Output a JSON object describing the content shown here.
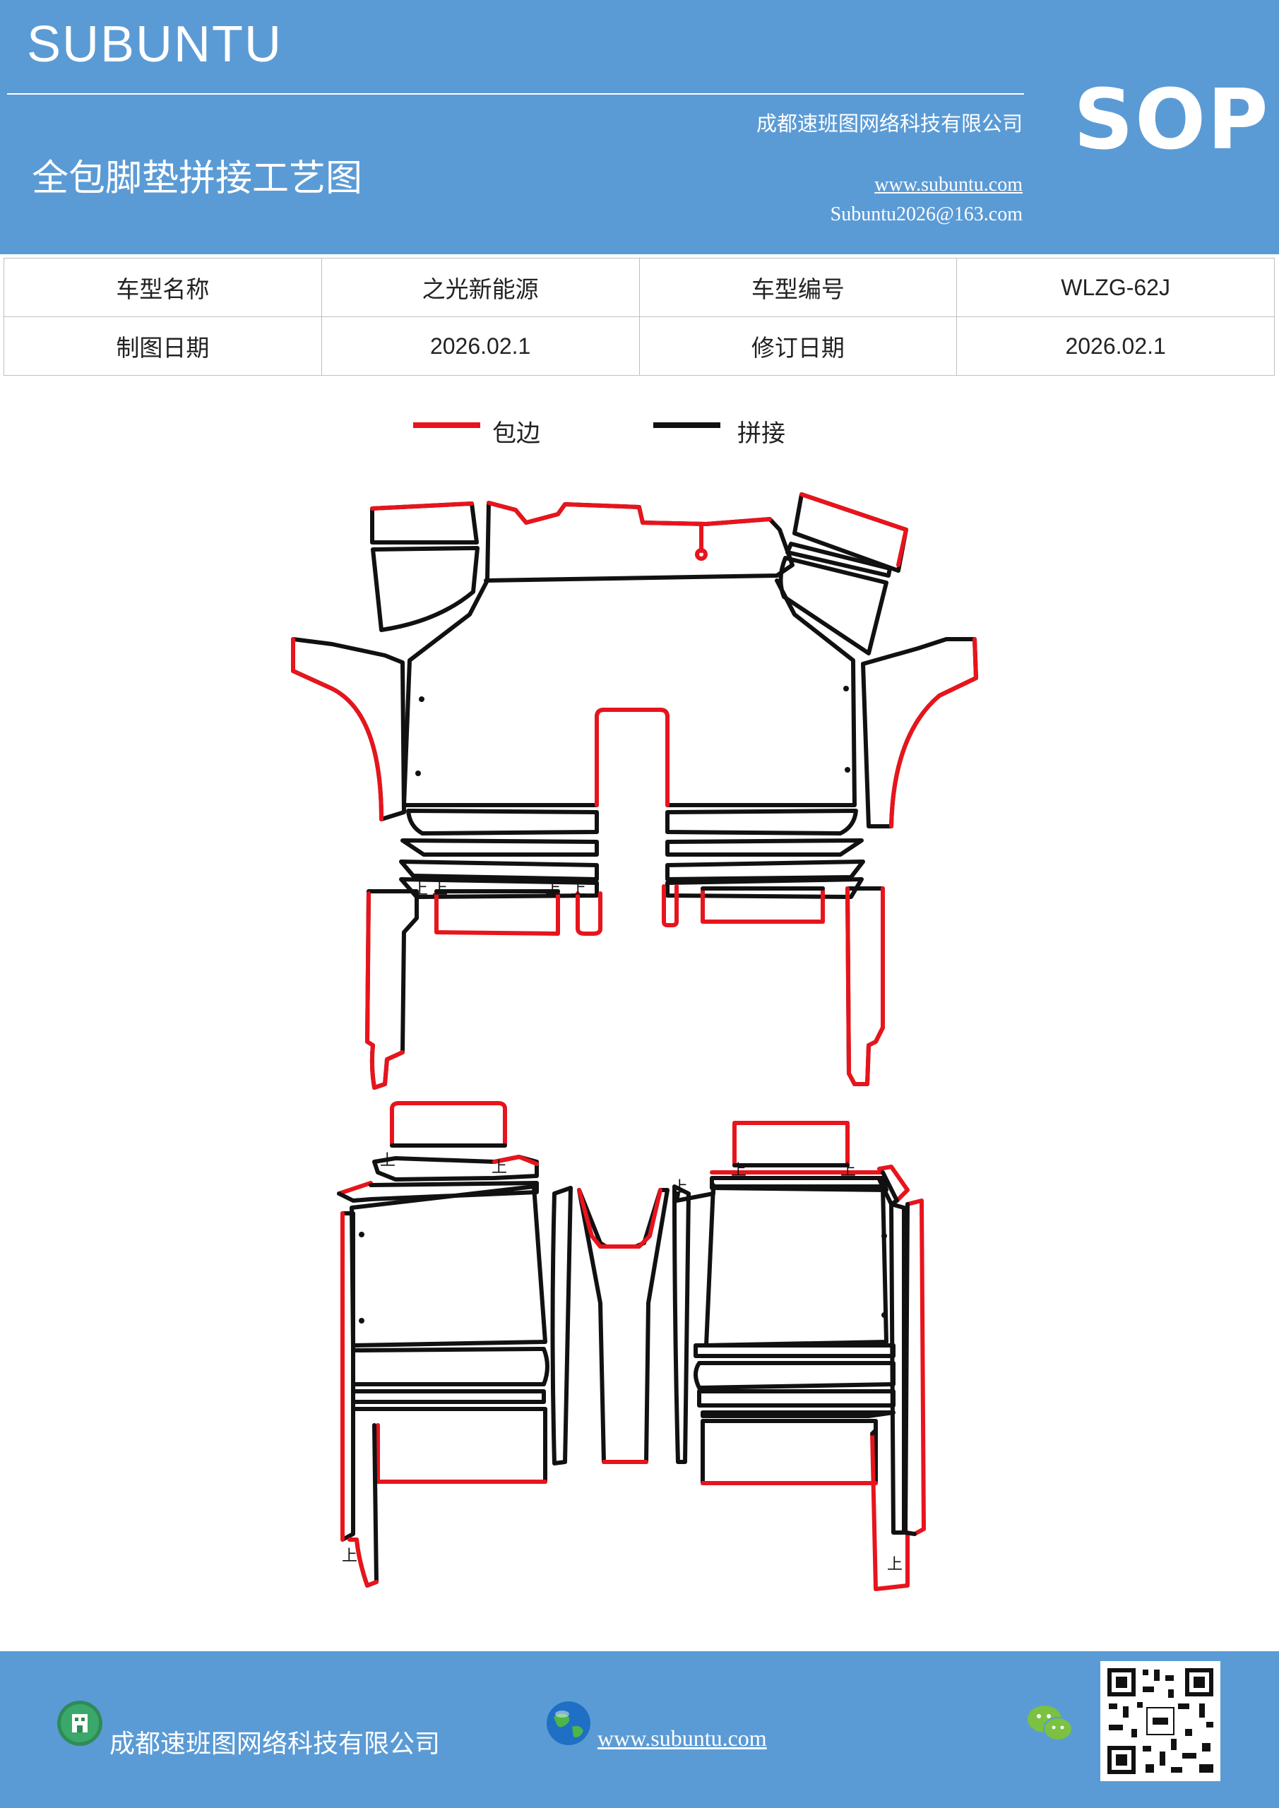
{
  "header": {
    "brand": "SUBUNTU",
    "title": "全包脚垫拼接工艺图",
    "company": "成都速班图网络科技有限公司",
    "url": "www.subuntu.com",
    "email": "Subuntu2026@163.com",
    "badge": "SOP"
  },
  "info_table": {
    "rows": [
      {
        "label1": "车型名称",
        "value1": "之光新能源",
        "label2": "车型编号",
        "value2": "WLZG-62J"
      },
      {
        "label1": "制图日期",
        "value1": "2026.02.1",
        "label2": "修订日期",
        "value2": "2026.02.1"
      }
    ]
  },
  "legend": {
    "items": [
      {
        "label": "包边",
        "color": "#e8141c"
      },
      {
        "label": "拼接",
        "color": "#111111"
      }
    ]
  },
  "diagram": {
    "marker_text": "上"
  },
  "footer": {
    "company": "成都速班图网络科技有限公司",
    "url": "www.subuntu.com",
    "icons": [
      "building-icon",
      "globe-icon",
      "wechat-icon",
      "qr-code"
    ]
  },
  "colors": {
    "header_bg": "#5b9bd5",
    "edge_red": "#e8141c",
    "seam_black": "#111111"
  }
}
